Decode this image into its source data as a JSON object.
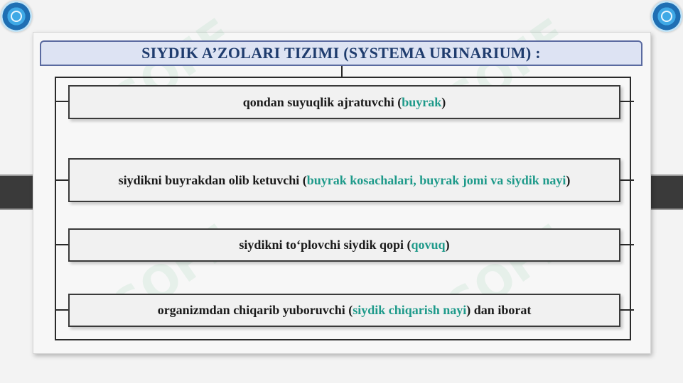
{
  "title": "SIYDIK A’ZOLARI TIZIMI (SYSTEMA URINARIUM) :",
  "rows": [
    {
      "before": "qondan suyuqlik ajratuvchi (",
      "highlight": "buyrak",
      "after": ")"
    },
    {
      "before": "siydikni buyrakdan olib ketuvchi (",
      "highlight": "buyrak kosachalari, buyrak jomi va siydik nayi",
      "after": ")"
    },
    {
      "before": "siydikni to‘plovchi siydik qopi (",
      "highlight": "qovuq",
      "after": ")"
    },
    {
      "before": "organizmdan chiqarib yuboruvchi (",
      "highlight": "siydik chiqarish nayi",
      "after": ") dan iborat"
    }
  ],
  "watermark": "SOFF",
  "colors": {
    "highlight": "#1e9a8a",
    "title": "#1f3c6e"
  }
}
